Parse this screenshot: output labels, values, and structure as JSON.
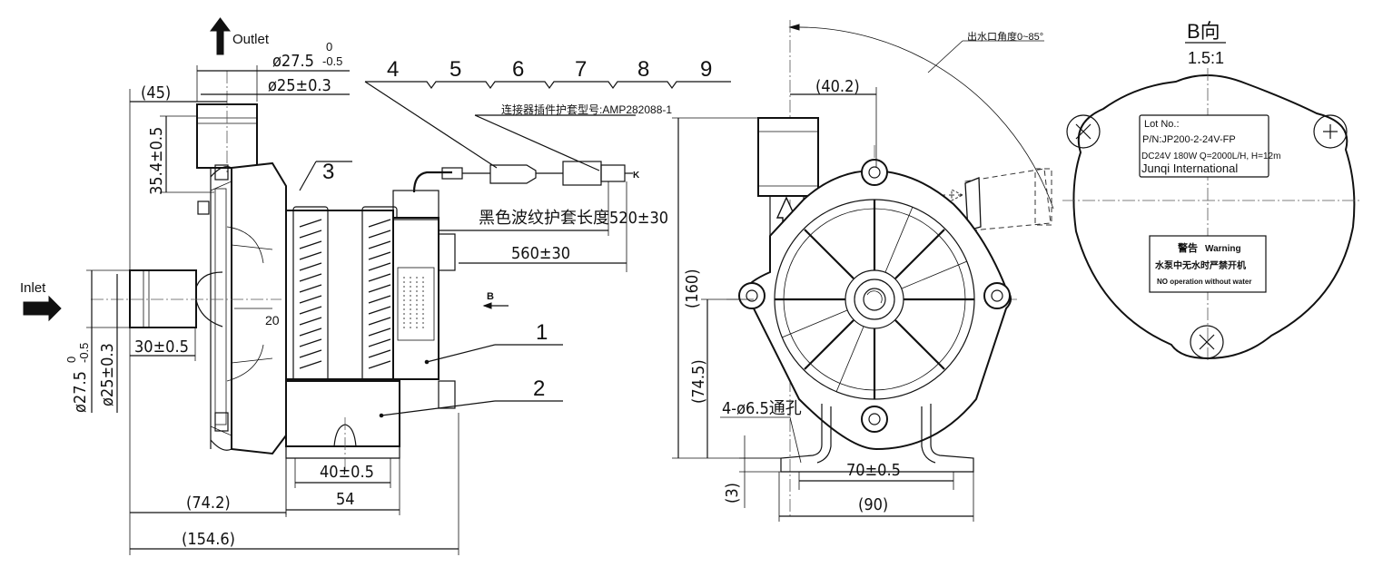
{
  "labels": {
    "outlet": "Outlet",
    "inlet": "Inlet",
    "b_marker": "B"
  },
  "part_numbers": [
    "4",
    "5",
    "6",
    "7",
    "8",
    "9",
    "3",
    "1",
    "2"
  ],
  "side_view": {
    "dim_outlet_od": "ø27.5",
    "dim_outlet_od_tol_top": "0",
    "dim_outlet_od_tol_bottom": "-0.5",
    "dim_outlet_id": "ø25±0.3",
    "dim_45": "(45)",
    "dim_35_4": "35.4±0.5",
    "dim_inlet_od": "ø27.5",
    "dim_inlet_od_tol_top": "0",
    "dim_inlet_od_tol_bottom": "-0.5",
    "dim_inlet_id": "ø25±0.3",
    "dim_30": "30±0.5",
    "dim_20": "20",
    "dim_40": "40±0.5",
    "dim_54": "54",
    "dim_74_2": "(74.2)",
    "dim_154_6": "(154.6)",
    "dim_560": "560±30",
    "dim_520": "黑色波纹护套长度520±30",
    "connector_note": "连接器插件护套型号:AMP282088-1",
    "connector_k": "K"
  },
  "front_view": {
    "dim_40_2": "(40.2)",
    "angle_note": "出水口角度0~85°",
    "dim_160": "(160)",
    "dim_74_5": "(74.5)",
    "dim_holes": "4-ø6.5通孔",
    "dim_70": "70±0.5",
    "dim_3": "(3)",
    "dim_90": "(90)"
  },
  "view_b": {
    "title": "B向",
    "scale": "1.5:1",
    "nameplate": {
      "lot": "Lot No.:",
      "pn": "P/N:JP200-2-24V-FP",
      "spec": "DC24V  180W  Q=2000L/H, H=12m",
      "company": "Junqi International"
    },
    "warning": {
      "title_cn": "警告",
      "title_en": "Warning",
      "text_cn": "水泵中无水时严禁开机",
      "text_en": "NO operation without water"
    }
  }
}
